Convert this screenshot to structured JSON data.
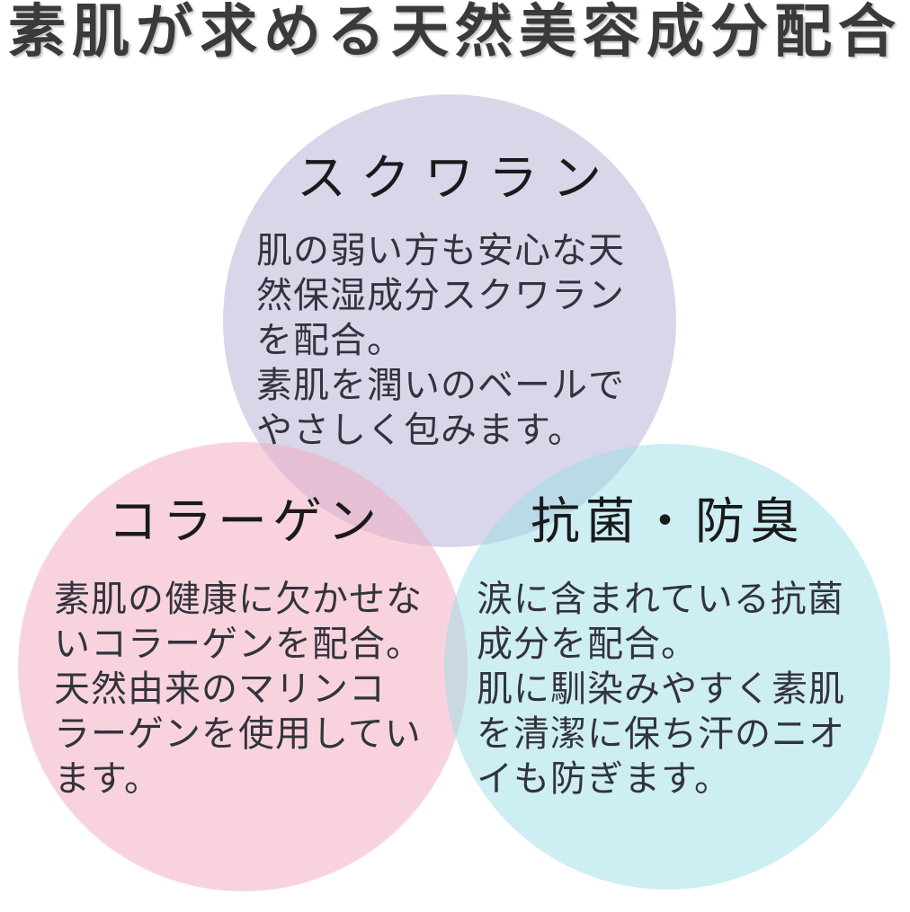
{
  "title": {
    "text": "素肌が求める天然美容成分配合",
    "color": "#3a3a3a"
  },
  "venn": {
    "heading_color": "#1a1a1a",
    "body_text_color": "#33333c",
    "circles": [
      {
        "id": "squalane",
        "heading": "スクワラン",
        "body": "肌の弱い方も安心な天\n然保湿成分スクワラン\nを配合。\n素肌を潤いのベールで\nやさしく包みます。",
        "fill": "rgba(179,173,213,0.5)",
        "flat_color_hex": "#d9d6ea",
        "position": "top"
      },
      {
        "id": "collagen",
        "heading": "コラーゲン",
        "body": "素肌の健康に欠かせな\nいコラーゲンを配合。\n天然由来のマリンコ\nラーゲンを使用してい\nます。",
        "fill": "rgba(241,167,189,0.5)",
        "flat_color_hex": "#f8d3de",
        "position": "bottom-left"
      },
      {
        "id": "antibacterial-deodorant",
        "heading": "抗菌・防臭",
        "body": "涙に含まれている抗菌\n成分を配合。\n肌に馴染みやすく素肌\nを清潔に保ち汗のニオ\nイも防ぎます。",
        "fill": "rgba(155,221,229,0.5)",
        "flat_color_hex": "#cdeef2",
        "position": "bottom-right"
      }
    ]
  }
}
